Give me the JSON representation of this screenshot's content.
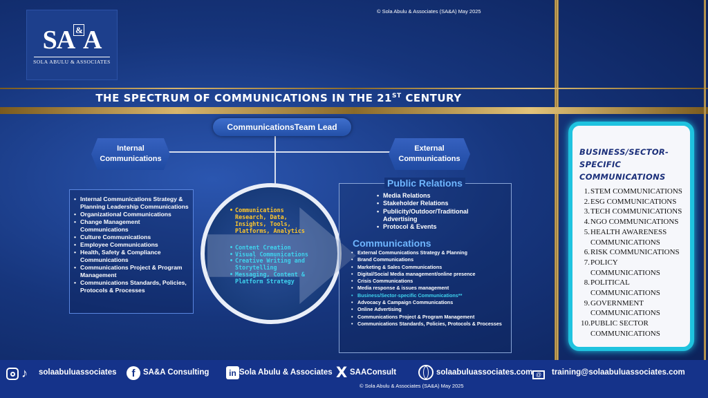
{
  "logo": {
    "mark_left": "SA",
    "mark_amp": "&",
    "mark_right": "A",
    "subtitle": "SOLA ABULU & ASSOCIATES"
  },
  "copyright_top": "© Sola Abulu & Associates (SA&A) May 2025",
  "title": {
    "main": "THE SPECTRUM OF COMMUNICATIONS IN THE 21",
    "sup": "ST",
    "end": " CENTURY"
  },
  "team_lead": "CommunicationsTeam Lead",
  "internal": {
    "label_1": "Internal",
    "label_2": "Communications",
    "items": [
      "Internal Communications Strategy & Planning Leadership Communications",
      "Organizational Communications",
      "Change Management Communications",
      "Culture Communications",
      "Employee Communications",
      "Health, Safety & Compliance Communications",
      "Communications Project & Program Management",
      "Communications Standards, Policies, Protocols & Processes"
    ]
  },
  "external": {
    "label_1": "External",
    "label_2": "Communications"
  },
  "center": {
    "gold_items": [
      "Communications Research, Data, Insights, Tools, Platforms, Analytics"
    ],
    "teal_items": [
      "Content Creation",
      "Visual Communications",
      "Creative Writing and Storytelling",
      "Messaging, Content & Platform Strategy"
    ]
  },
  "public_relations": {
    "title": "Public Relations",
    "items": [
      "Media Relations",
      "Stakeholder Relations",
      "Publicity/Outdoor/Traditional Advertising",
      "Protocol & Events"
    ]
  },
  "communications": {
    "title": "Communications",
    "items": [
      "External Communications Strategy & Planning",
      "Brand Communications",
      "Marketing & Sales Communications",
      "Digital/Social Media management/online presence",
      "Crisis Communications",
      "Media response & issues management",
      "Business/Sector-specific Communications**",
      "Advocacy & Campaign Communications",
      "Online Advertising",
      "Communications Project & Program Management",
      "Communications Standards, Policies, Protocols & Processes"
    ],
    "highlight_index": 6
  },
  "sector_card": {
    "title_1": "BUSINESS/SECTOR-",
    "title_2": "SPECIFIC COMMUNICATIONS",
    "items": [
      {
        "n": "1.",
        "lines": [
          "STEM COMMUNICATIONS"
        ]
      },
      {
        "n": "2.",
        "lines": [
          "ESG COMMUNICATIONS"
        ]
      },
      {
        "n": "3.",
        "lines": [
          "TECH COMMUNICATIONS"
        ]
      },
      {
        "n": "4.",
        "lines": [
          "NGO COMMUNICATIONS"
        ]
      },
      {
        "n": "5.",
        "lines": [
          "HEALTH AWARENESS",
          "COMMUNICATIONS"
        ]
      },
      {
        "n": "6.",
        "lines": [
          "RISK COMMUNICATIONS"
        ]
      },
      {
        "n": "7.",
        "lines": [
          "POLICY",
          "COMMUNICATIONS"
        ]
      },
      {
        "n": "8.",
        "lines": [
          "POLITICAL",
          "COMMUNICATIONS"
        ]
      },
      {
        "n": "9.",
        "lines": [
          "GOVERNMENT",
          "COMMUNICATIONS"
        ]
      },
      {
        "n": "10.",
        "lines": [
          "PUBLIC SECTOR",
          "COMMUNICATIONS"
        ]
      }
    ]
  },
  "footer": {
    "instagram_tiktok": "solaabuluassociates",
    "facebook": "SA&A Consulting",
    "linkedin": "Sola Abulu & Associates",
    "x": "SAAConsult",
    "website": "solaabuluassociates.com",
    "email": "training@solaabuluassociates.com",
    "copyright": "© Sola Abulu & Associates (SA&A) May 2025"
  },
  "colors": {
    "gold_accent": "#ffc72c",
    "teal_accent": "#3fd3ee",
    "link_blue": "#6fb6ff",
    "card_border": "#1fc3df"
  }
}
